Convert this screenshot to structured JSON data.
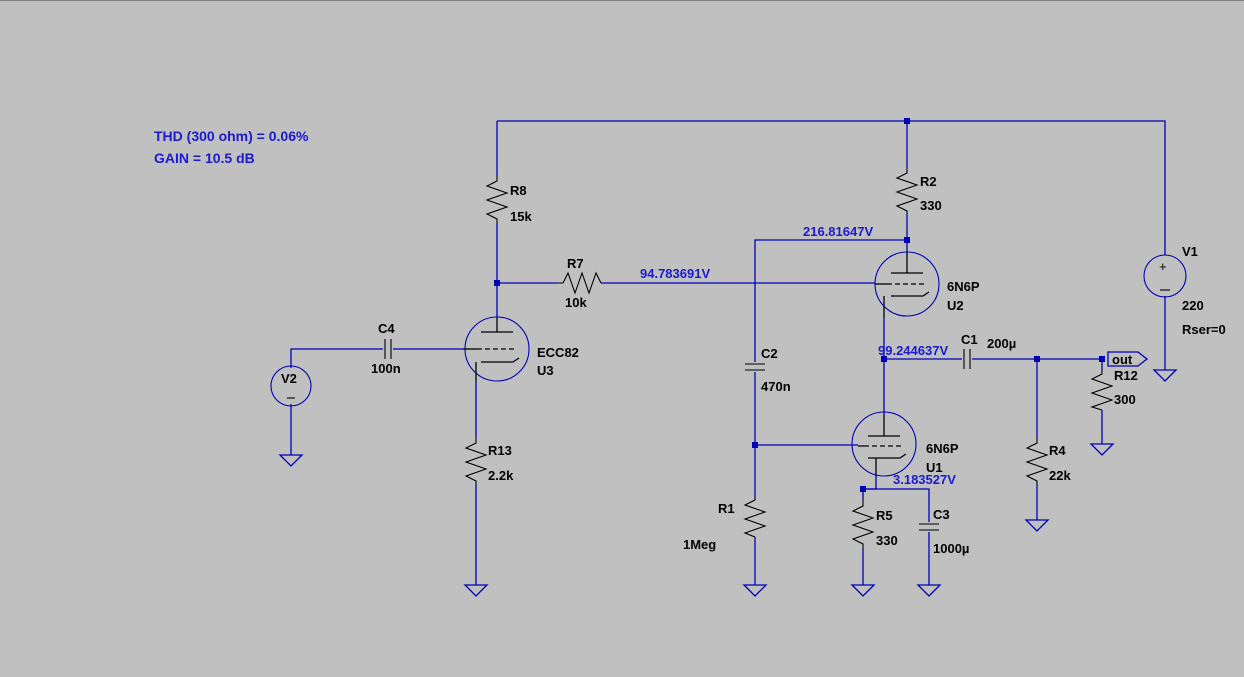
{
  "annotations": {
    "thd": "THD (300 ohm) = 0.06%",
    "gain": "GAIN = 10.5 dB"
  },
  "resistors": {
    "R8": {
      "name": "R8",
      "value": "15k"
    },
    "R7": {
      "name": "R7",
      "value": "10k"
    },
    "R13": {
      "name": "R13",
      "value": "2.2k"
    },
    "R2": {
      "name": "R2",
      "value": "330"
    },
    "R1": {
      "name": "R1",
      "value": "1Meg"
    },
    "R5": {
      "name": "R5",
      "value": "330"
    },
    "R4": {
      "name": "R4",
      "value": "22k"
    },
    "R12": {
      "name": "R12",
      "value": "300"
    }
  },
  "capacitors": {
    "C4": {
      "name": "C4",
      "value": "100n"
    },
    "C2": {
      "name": "C2",
      "value": "470n"
    },
    "C1": {
      "name": "C1",
      "value": "200µ"
    },
    "C3": {
      "name": "C3",
      "value": "1000µ"
    }
  },
  "tubes": {
    "U3": {
      "name": "U3",
      "model": "ECC82"
    },
    "U2": {
      "name": "U2",
      "model": "6N6P"
    },
    "U1": {
      "name": "U1",
      "model": "6N6P"
    }
  },
  "sources": {
    "V1": {
      "name": "V1",
      "value": "220",
      "param": "Rser=0"
    },
    "V2": {
      "name": "V2"
    }
  },
  "node_voltages": {
    "n1": "216.81647V",
    "n2": "94.783691V",
    "n3": "99.244637V",
    "n4": "3.183527V"
  },
  "output_label": "out",
  "colors": {
    "background": "#c0c0c0",
    "wire": "#0000b4",
    "text_directive": "#1a1ad0",
    "component": "#000000"
  }
}
